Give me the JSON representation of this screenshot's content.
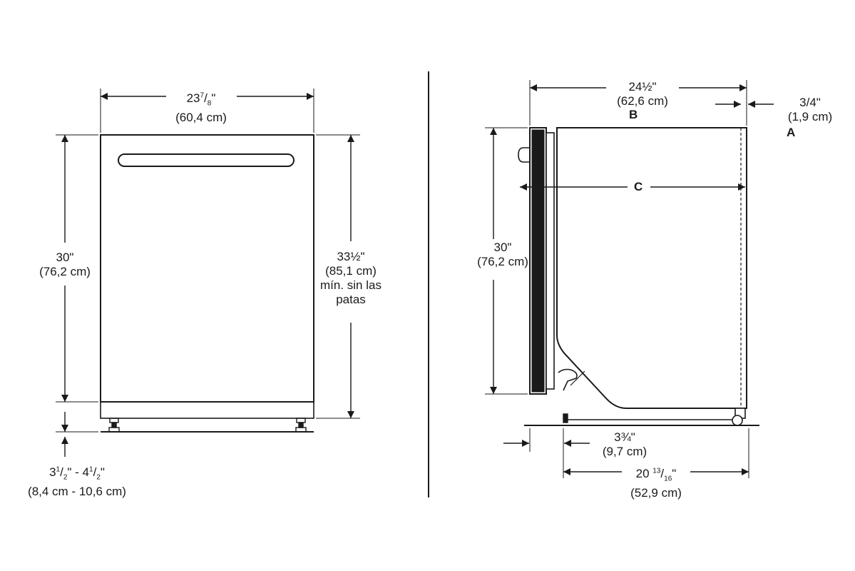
{
  "front_view": {
    "width": {
      "imperial_whole": "23",
      "imperial_num": "7",
      "imperial_den": "8",
      "inch_mark": "\"",
      "metric": "(60,4 cm)"
    },
    "height": {
      "imperial": "30\"",
      "metric": "(76,2 cm)"
    },
    "total_height": {
      "imperial": "33½\"",
      "metric": "(85,1 cm)",
      "note_line1": "mín. sin las",
      "note_line2": "patas"
    },
    "leg_range": {
      "a_whole": "3",
      "a_num": "1",
      "a_den": "2",
      "sep": "\" - ",
      "b_whole": "4",
      "b_num": "1",
      "b_den": "2",
      "end": "\"",
      "metric": "(8,4 cm - 10,6 cm)"
    }
  },
  "side_view": {
    "depth_total": {
      "imperial": "24½\"",
      "metric": "(62,6 cm)",
      "letter": "B"
    },
    "offset": {
      "imperial": "3/4\"",
      "metric": "(1,9 cm)",
      "letter": "A"
    },
    "depth_c": {
      "letter": "C"
    },
    "height": {
      "imperial": "30\"",
      "metric": "(76,2 cm)"
    },
    "toe": {
      "imperial": "3¾\"",
      "metric": "(9,7 cm)"
    },
    "base_depth": {
      "imperial_whole": "20 ",
      "imperial_num": "13",
      "imperial_den": "16",
      "inch_mark": "\"",
      "metric": "(52,9 cm)"
    }
  }
}
